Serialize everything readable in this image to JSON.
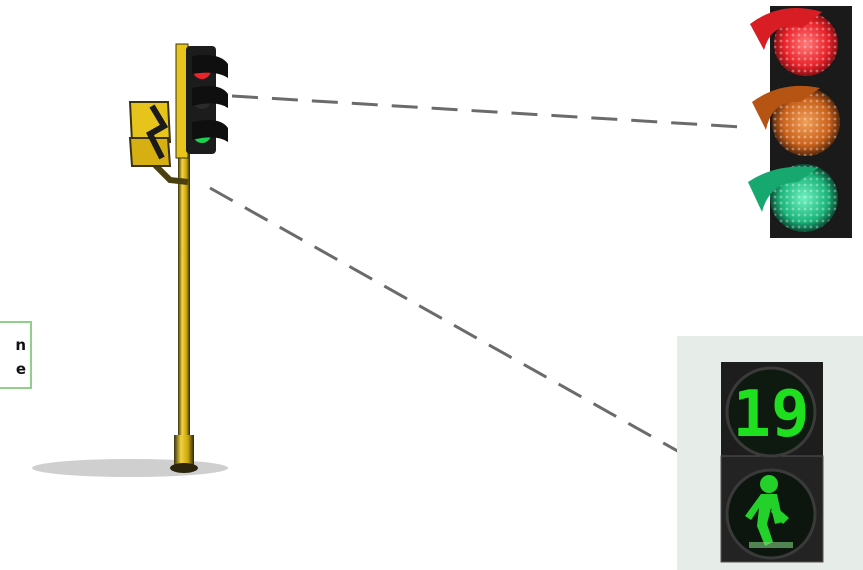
{
  "scene": {
    "description_label": {
      "line1": "n",
      "line2": "e"
    },
    "countdown": {
      "value": "19",
      "color": "#1fe01f"
    },
    "colors": {
      "pole": "#e7c41b",
      "pole_shadow": "#1e1b0f",
      "red_lamp": "#e8232a",
      "amber_lamp": "#d9731f",
      "green_lamp": "#1bb57a",
      "ped_green": "#24d02a",
      "label_border": "#8fd18a",
      "dash": "#6b6b6b"
    },
    "icons": [
      "traffic-signal-pole",
      "vehicle-signal-closeup",
      "pedestrian-signal-closeup",
      "walking-person-icon"
    ]
  }
}
